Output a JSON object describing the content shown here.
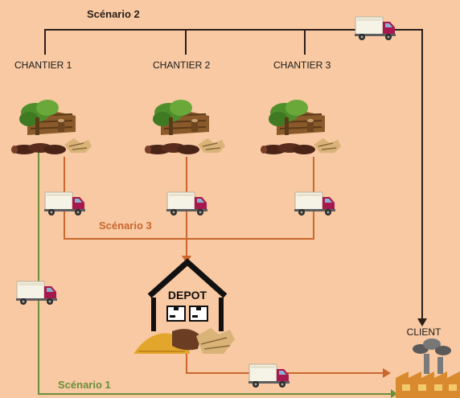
{
  "scenario2_label": "Scénario 2",
  "scenario3_label": "Scénario 3",
  "scenario1_label": "Scénario 1",
  "sites": [
    {
      "label": "CHANTIER 1"
    },
    {
      "label": "CHANTIER 2"
    },
    {
      "label": "CHANTIER 3"
    }
  ],
  "depot_label": "DEPOT",
  "client_label": "CLIENT",
  "colors": {
    "background": "#f8c9a2",
    "scenario2_line": "#2b1f1a",
    "scenario3_line": "#c9672e",
    "scenario1_line": "#6b8f3a",
    "truck_body": "#a7194e",
    "truck_cargo": "#f5f2e6"
  }
}
